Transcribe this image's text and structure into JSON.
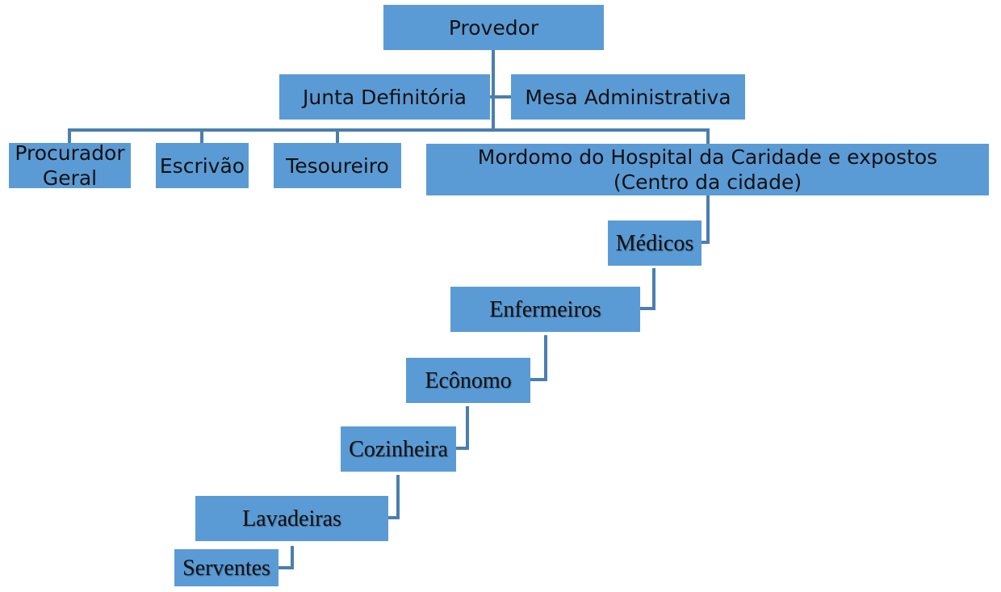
{
  "palette": {
    "box_fill": "#5b9bd5",
    "connector": "#4a7fae",
    "text": "#111111"
  },
  "nodes": {
    "provedor": "Provedor",
    "junta": "Junta Definitória",
    "mesa": "Mesa Administrativa",
    "procurador": "Procurador\nGeral",
    "escrivao": "Escrivão",
    "tesoureiro": "Tesoureiro",
    "mordomo": "Mordomo do Hospital da Caridade e expostos\n(Centro da cidade)",
    "medicos": "Médicos",
    "enfermeiros": "Enfermeiros",
    "economo": "Ecônomo",
    "cozinheira": "Cozinheira",
    "lavadeiras": "Lavadeiras",
    "serventes": "Serventes"
  }
}
